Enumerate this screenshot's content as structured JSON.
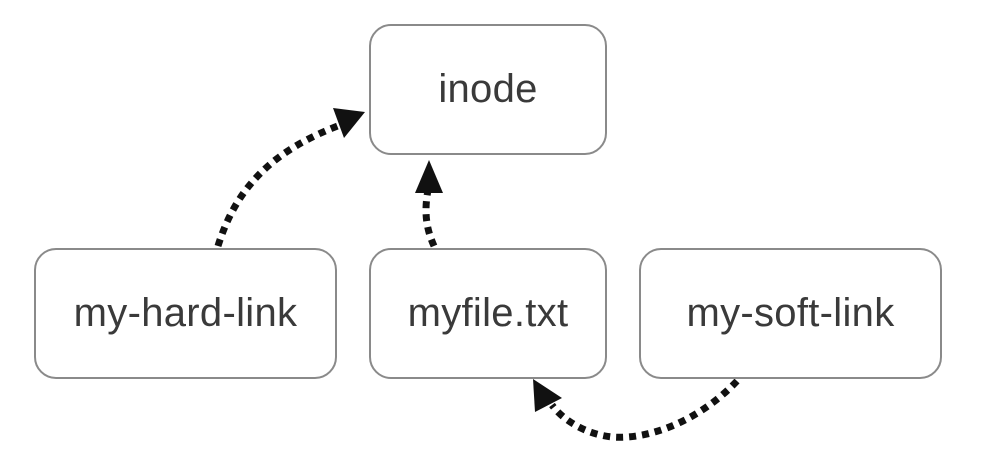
{
  "diagram": {
    "nodes": {
      "inode": "inode",
      "hard_link": "my-hard-link",
      "file": "myfile.txt",
      "soft_link": "my-soft-link"
    },
    "edges": [
      {
        "from": "my-hard-link",
        "to": "inode"
      },
      {
        "from": "myfile.txt",
        "to": "inode"
      },
      {
        "from": "my-soft-link",
        "to": "myfile.txt"
      }
    ],
    "colors": {
      "node_border": "#8a8a8a",
      "node_text": "#3a3a3a",
      "arrow": "#111111"
    }
  }
}
